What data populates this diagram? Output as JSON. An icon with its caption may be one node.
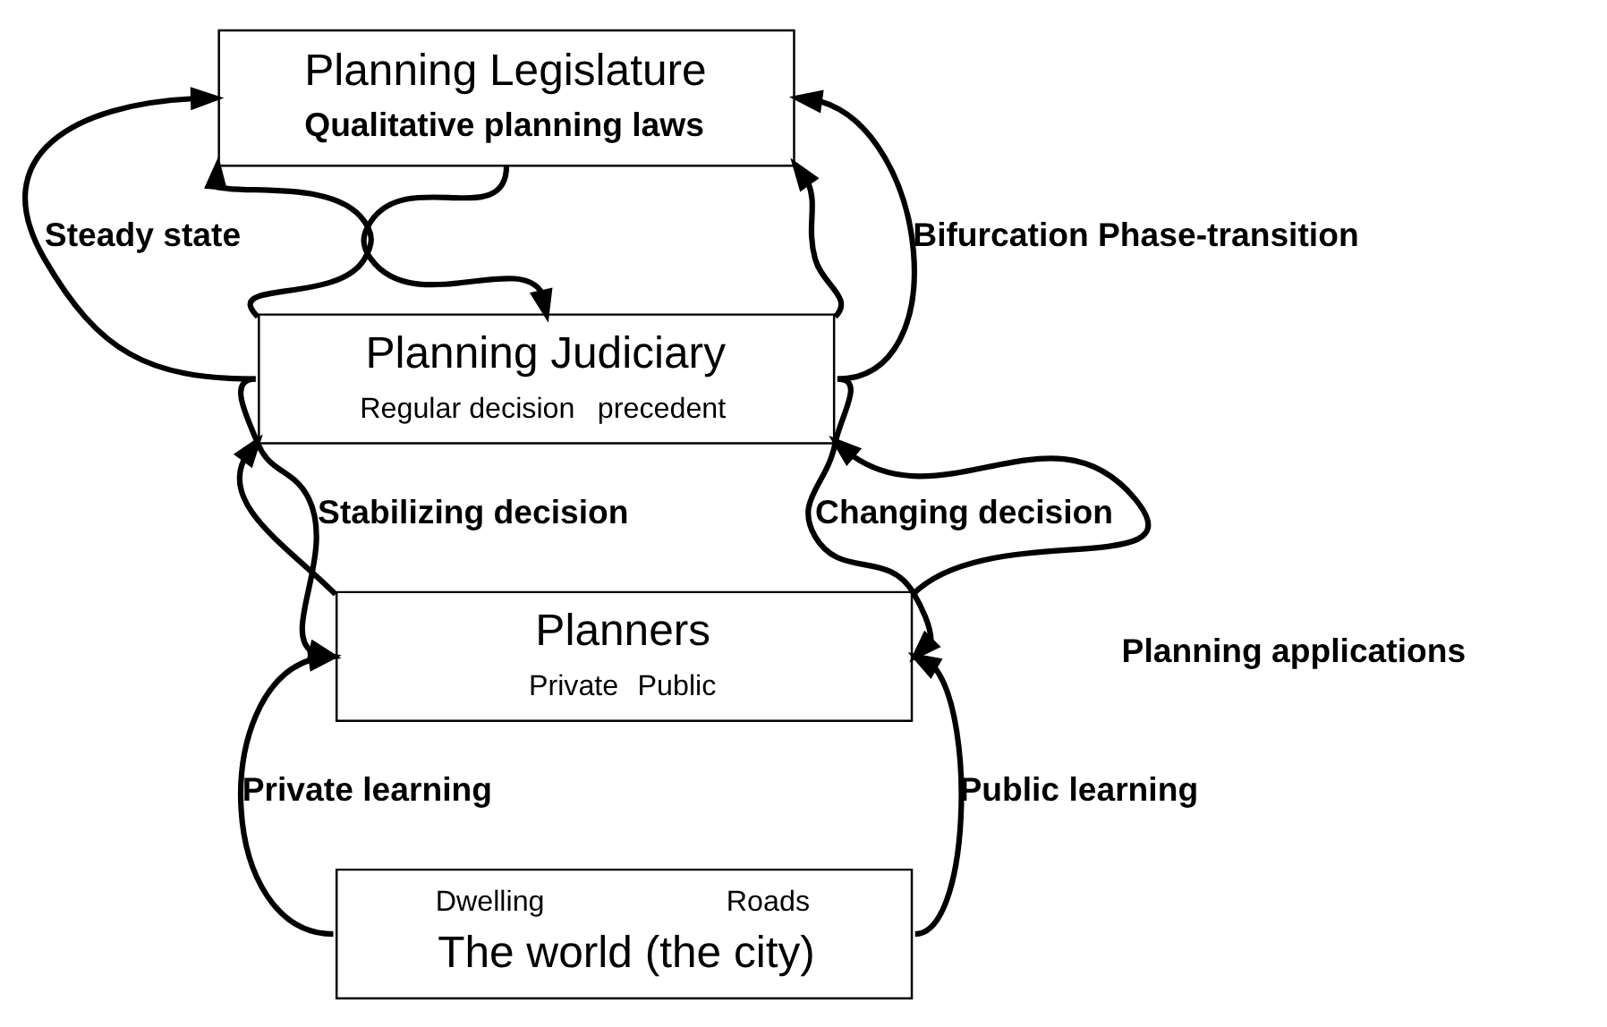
{
  "diagram": {
    "nodes": [
      {
        "text": [
          "Planning Legislature",
          "Qualitative planning laws"
        ]
      },
      {
        "text": [
          "Planning Judiciary",
          "Regular decision",
          "precedent"
        ]
      },
      {
        "text": [
          "Planners",
          "Private",
          "Public"
        ]
      },
      {
        "text": [
          "Dwelling",
          "Roads",
          "The world (the city)"
        ]
      }
    ],
    "edges": [
      {
        "from": 1,
        "to": 0,
        "arrow": "to",
        "label": "Steady state"
      },
      {
        "from": 1,
        "to": 0,
        "arrow": "to"
      },
      {
        "from": 0,
        "to": 1,
        "arrow": "to"
      },
      {
        "from": 1,
        "to": 0,
        "arrow": "to"
      },
      {
        "from": 1,
        "to": 0,
        "arrow": "to",
        "label": "Bifurcation Phase-transition"
      },
      {
        "from": 1,
        "to": 2,
        "arrow": "to",
        "label": "Stabilizing decision"
      },
      {
        "from": 2,
        "to": 1,
        "arrow": "to"
      },
      {
        "from": 2,
        "to": 1,
        "arrow": "to"
      },
      {
        "from": 1,
        "to": 2,
        "arrow": "to",
        "label": "Changing decision"
      },
      {
        "from": 3,
        "to": 2,
        "arrow": "to",
        "label": "Private learning"
      },
      {
        "from": 3,
        "to": 2,
        "arrow": "to",
        "label": "Public learning"
      }
    ],
    "labels": [
      "Planning applications"
    ]
  }
}
